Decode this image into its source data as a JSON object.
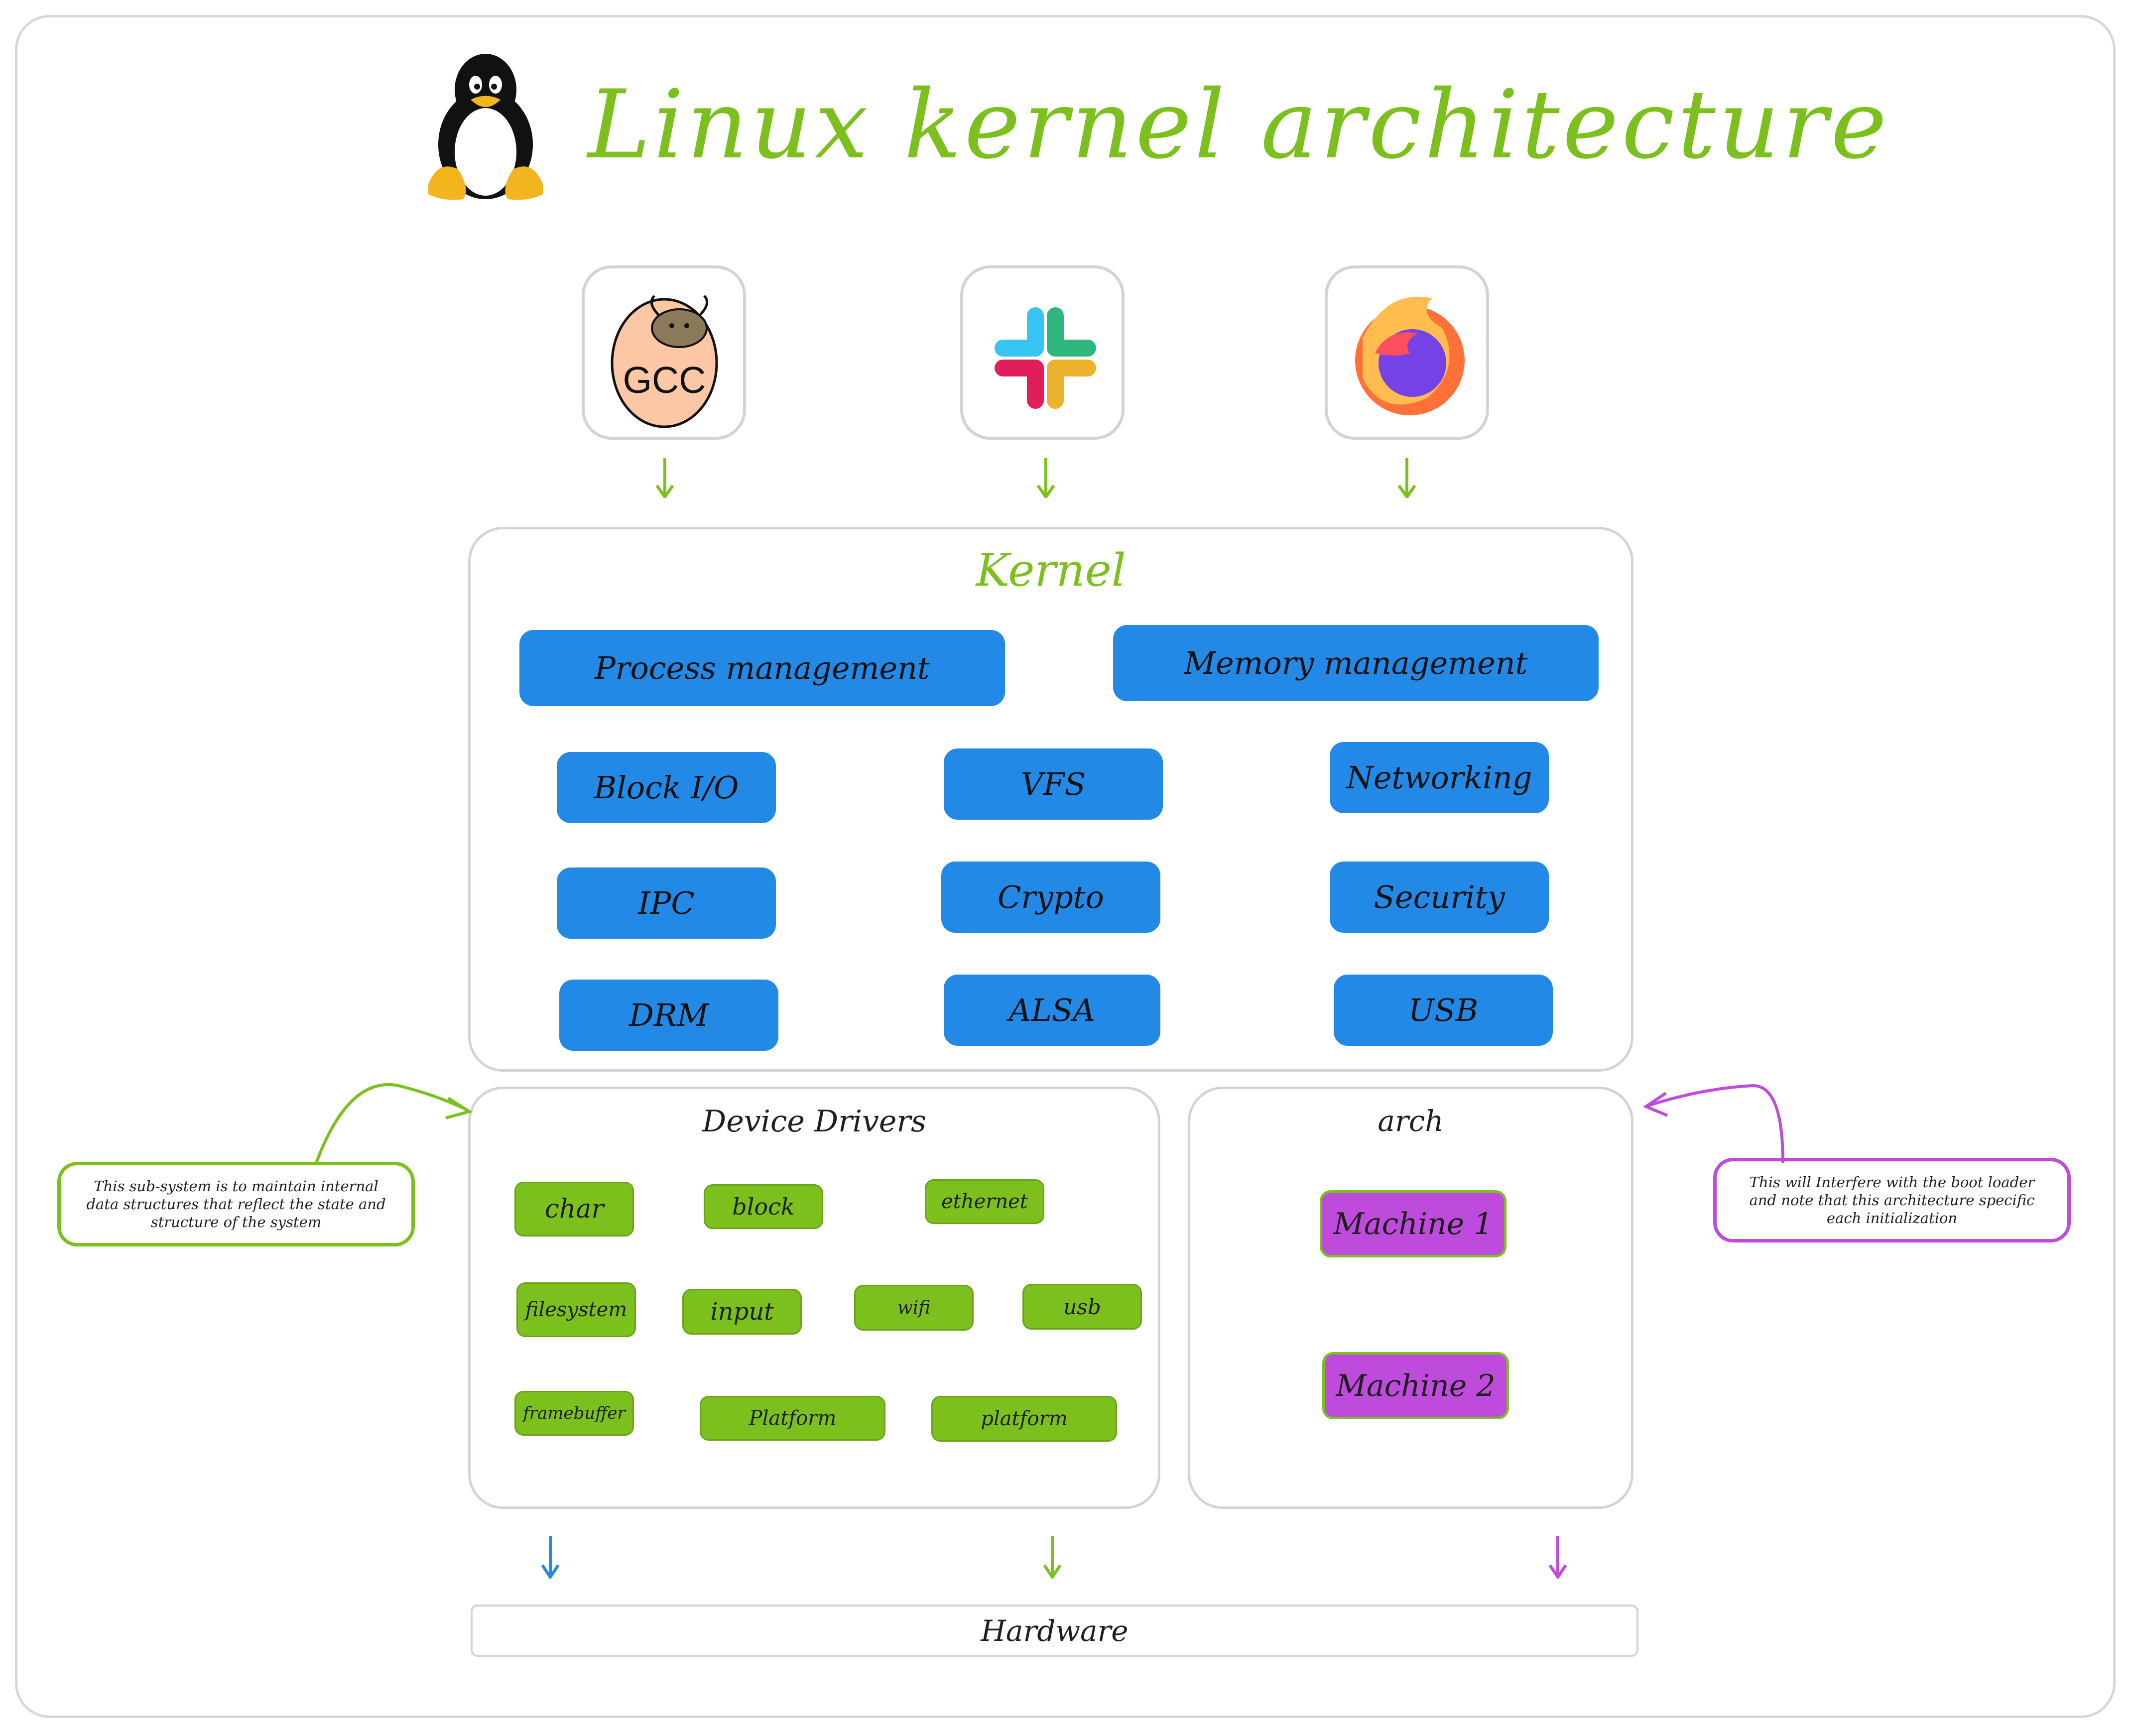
{
  "title": "Linux kernel architecture",
  "apps": [
    {
      "name": "gcc",
      "label": "GCC"
    },
    {
      "name": "slack",
      "label": ""
    },
    {
      "name": "firefox",
      "label": ""
    }
  ],
  "kernel": {
    "title": "Kernel",
    "major": [
      "Process management",
      "Memory management"
    ],
    "subsystems": [
      "Block I/O",
      "VFS",
      "Networking",
      "IPC",
      "Crypto",
      "Security",
      "DRM",
      "ALSA",
      "USB"
    ]
  },
  "device_drivers": {
    "title": "Device Drivers",
    "items": [
      "char",
      "block",
      "ethernet",
      "filesystem",
      "input",
      "wifi",
      "usb",
      "framebuffer",
      "Platform",
      "platform"
    ]
  },
  "arch": {
    "title": "arch",
    "machines": [
      "Machine 1",
      "Machine 2"
    ]
  },
  "notes": {
    "left": "This sub-system is to maintain internal data structures that reflect the state and structure of the system",
    "right": "This will Interfere with the boot loader and note that this architecture specific each initialization"
  },
  "hardware": "Hardware",
  "colors": {
    "green": "#7cc01e",
    "blue": "#2289e6",
    "purple": "#be4bdb",
    "border": "#d2d3da"
  }
}
